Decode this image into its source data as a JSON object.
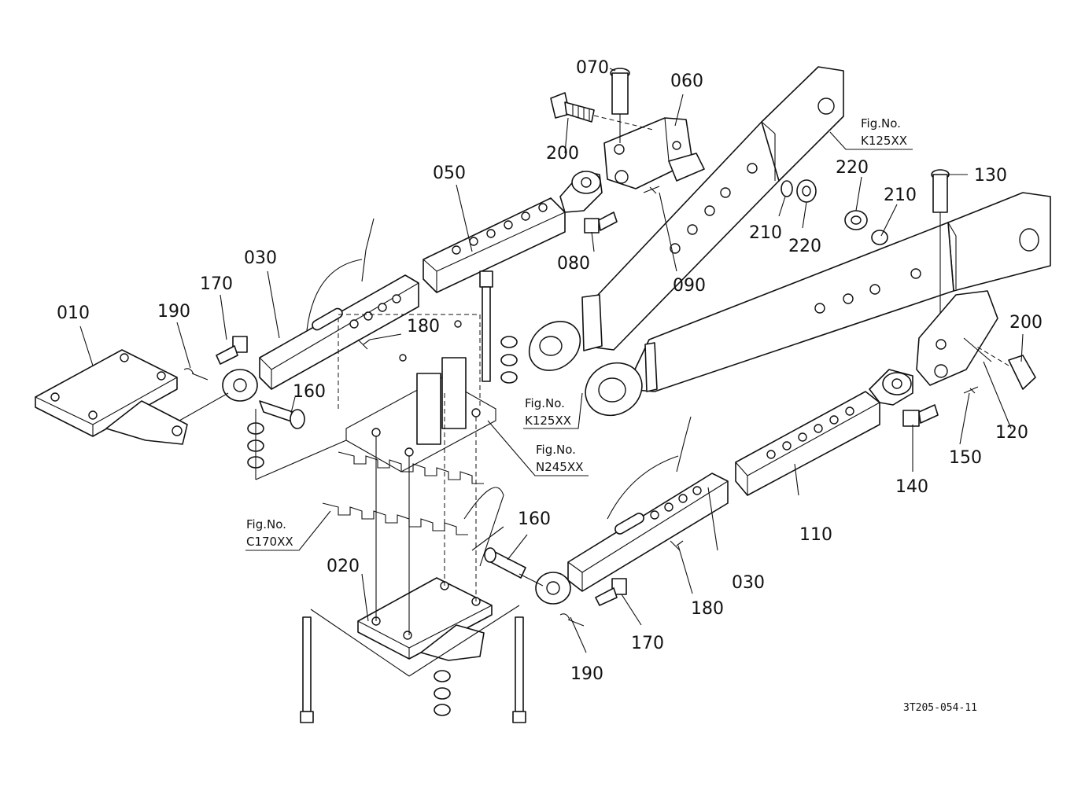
{
  "callouts": {
    "c010": "010",
    "c020": "020",
    "c030a": "030",
    "c030b": "030",
    "c050": "050",
    "c060": "060",
    "c070": "070",
    "c080": "080",
    "c090": "090",
    "c110": "110",
    "c120": "120",
    "c130": "130",
    "c140": "140",
    "c150": "150",
    "c160a": "160",
    "c160b": "160",
    "c170a": "170",
    "c170b": "170",
    "c180a": "180",
    "c180b": "180",
    "c190a": "190",
    "c190b": "190",
    "c200a": "200",
    "c200b": "200",
    "c210a": "210",
    "c210b": "210",
    "c220a": "220",
    "c220b": "220"
  },
  "figrefs": {
    "k125_top_line1": "Fig.No.",
    "k125_top_line2": "K125XX",
    "k125_mid_line1": "Fig.No.",
    "k125_mid_line2": "K125XX",
    "n245_line1": "Fig.No.",
    "n245_line2": "N245XX",
    "c170_line1": "Fig.No.",
    "c170_line2": "C170XX"
  },
  "drawing_code": "3T205-054-11"
}
